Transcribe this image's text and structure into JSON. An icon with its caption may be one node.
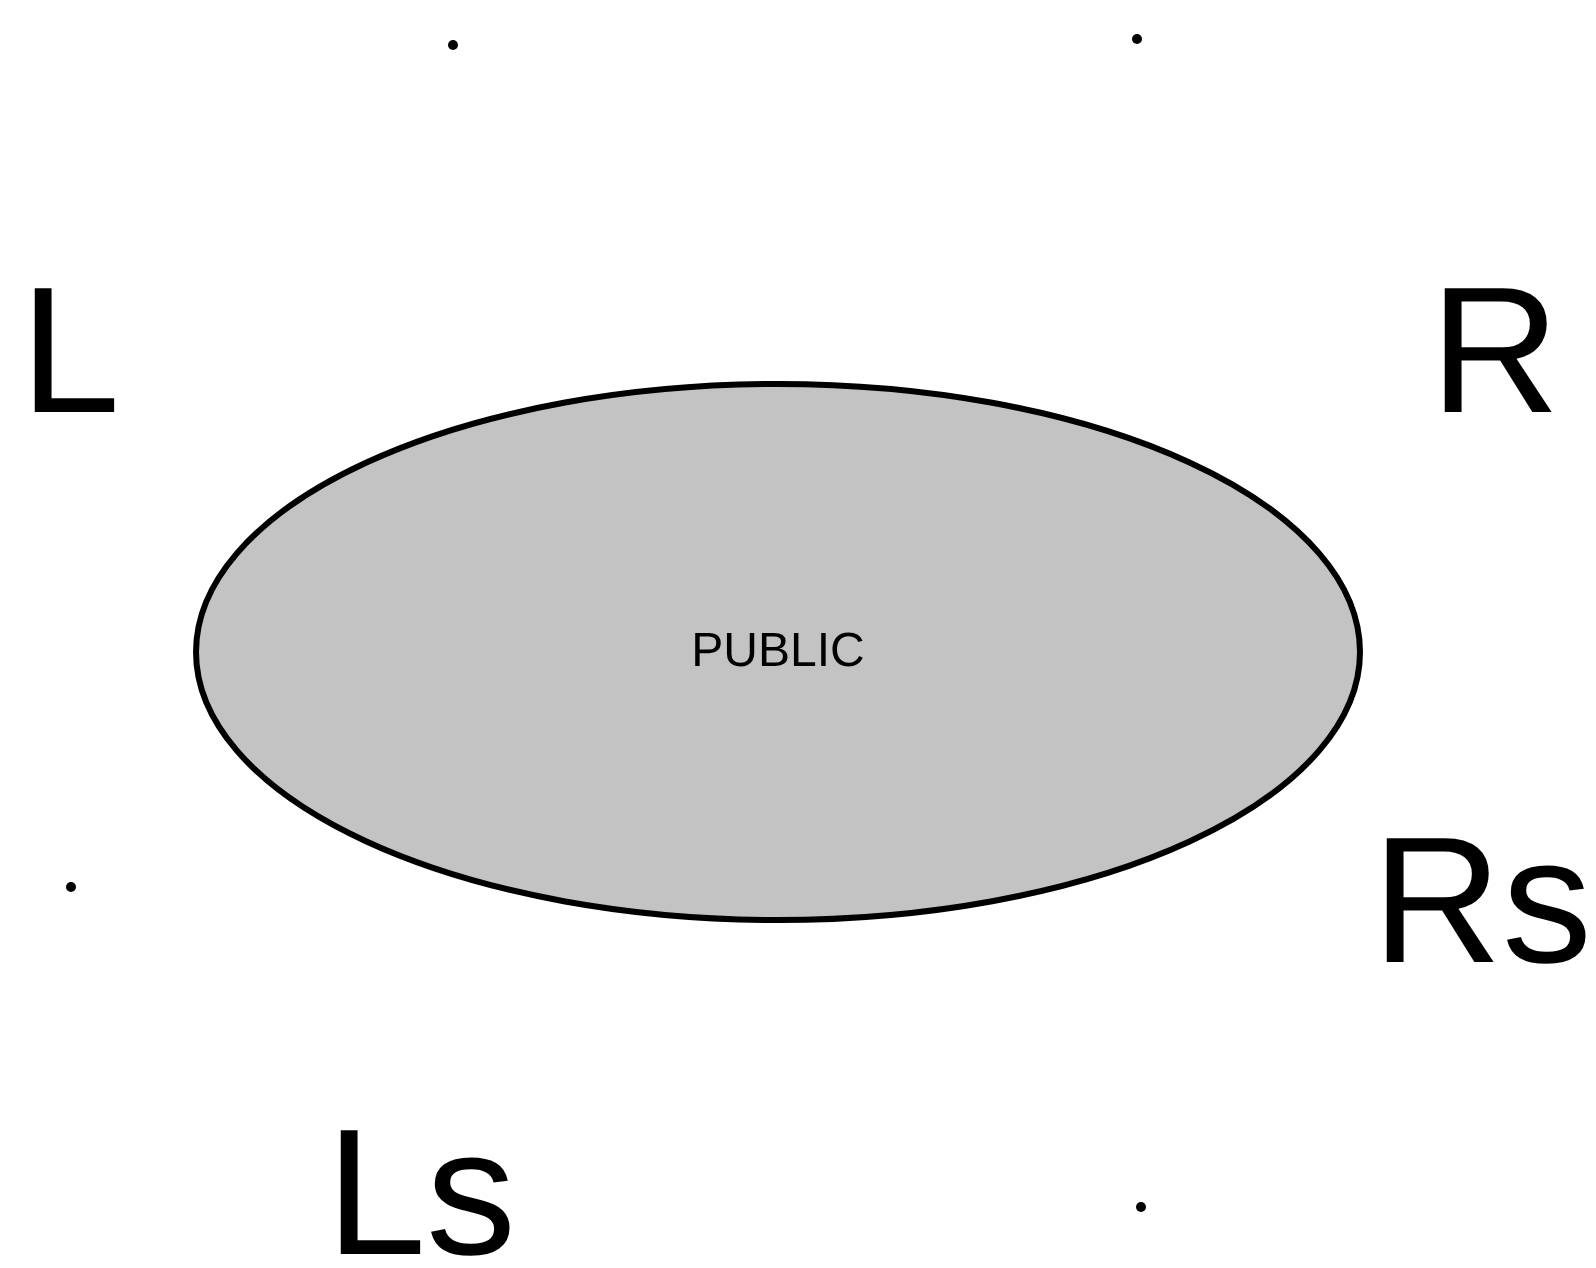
{
  "diagram": {
    "nodes": [
      {
        "text": [
          "PUBLIC"
        ]
      }
    ],
    "labels": [
      "L",
      "R",
      "Rs",
      "Ls"
    ]
  }
}
